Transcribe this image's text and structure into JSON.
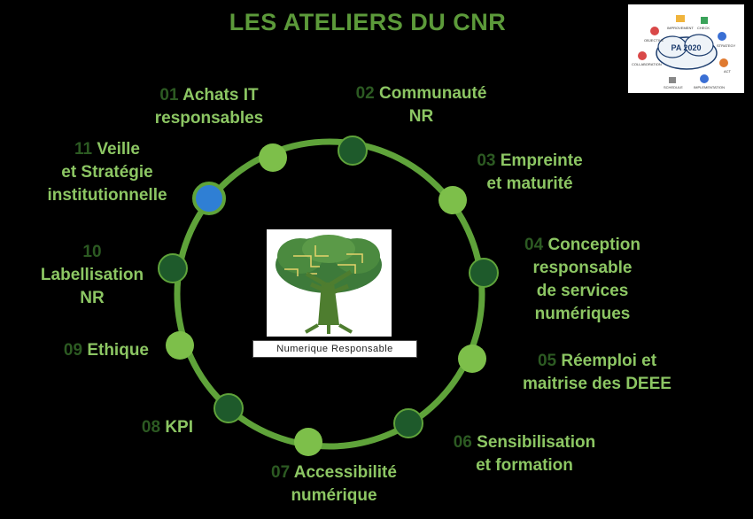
{
  "title": "LES ATELIERS DU CNR",
  "inset": {
    "badge": "PA 2020",
    "words": [
      "IMPROVEMENT",
      "CHECK",
      "OBJECTIVE",
      "STRATEGY",
      "COLLABORATION",
      "ACT",
      "SCHEDULE",
      "IMPLEMENTATION"
    ]
  },
  "logo": {
    "caption": "Numerique Responsable"
  },
  "ateliers": [
    {
      "num": "01",
      "line1": "Achats IT",
      "line2": "responsables",
      "line3": "",
      "line4": ""
    },
    {
      "num": "02",
      "line1": "Communauté",
      "line2": "NR",
      "line3": "",
      "line4": ""
    },
    {
      "num": "03",
      "line1": "Empreinte",
      "line2": "et maturité",
      "line3": "",
      "line4": ""
    },
    {
      "num": "04",
      "line1": "Conception",
      "line2": "responsable",
      "line3": "de services",
      "line4": "numériques"
    },
    {
      "num": "05",
      "line1": "Réemploi et",
      "line2": "maitrise des DEEE",
      "line3": "",
      "line4": ""
    },
    {
      "num": "06",
      "line1": "Sensibilisation",
      "line2": "et formation",
      "line3": "",
      "line4": ""
    },
    {
      "num": "07",
      "line1": "Accessibilité",
      "line2": "numérique",
      "line3": "",
      "line4": ""
    },
    {
      "num": "08",
      "line1": "KPI",
      "line2": "",
      "line3": "",
      "line4": ""
    },
    {
      "num": "09",
      "line1": "Ethique",
      "line2": "",
      "line3": "",
      "line4": ""
    },
    {
      "num": "10",
      "line1": "Labellisation",
      "line2": "NR",
      "line3": "",
      "line4": ""
    },
    {
      "num": "11",
      "line1": "Veille",
      "line2": "et Stratégie",
      "line3": "institutionnelle",
      "line4": ""
    }
  ],
  "colors": {
    "ring": "#5fa33a",
    "node_light": "#7dbf4a",
    "node_dark": "#1e5a2b",
    "node_active": "#2f7fd4",
    "label": "#8cc663",
    "number": "#2c5a22"
  }
}
